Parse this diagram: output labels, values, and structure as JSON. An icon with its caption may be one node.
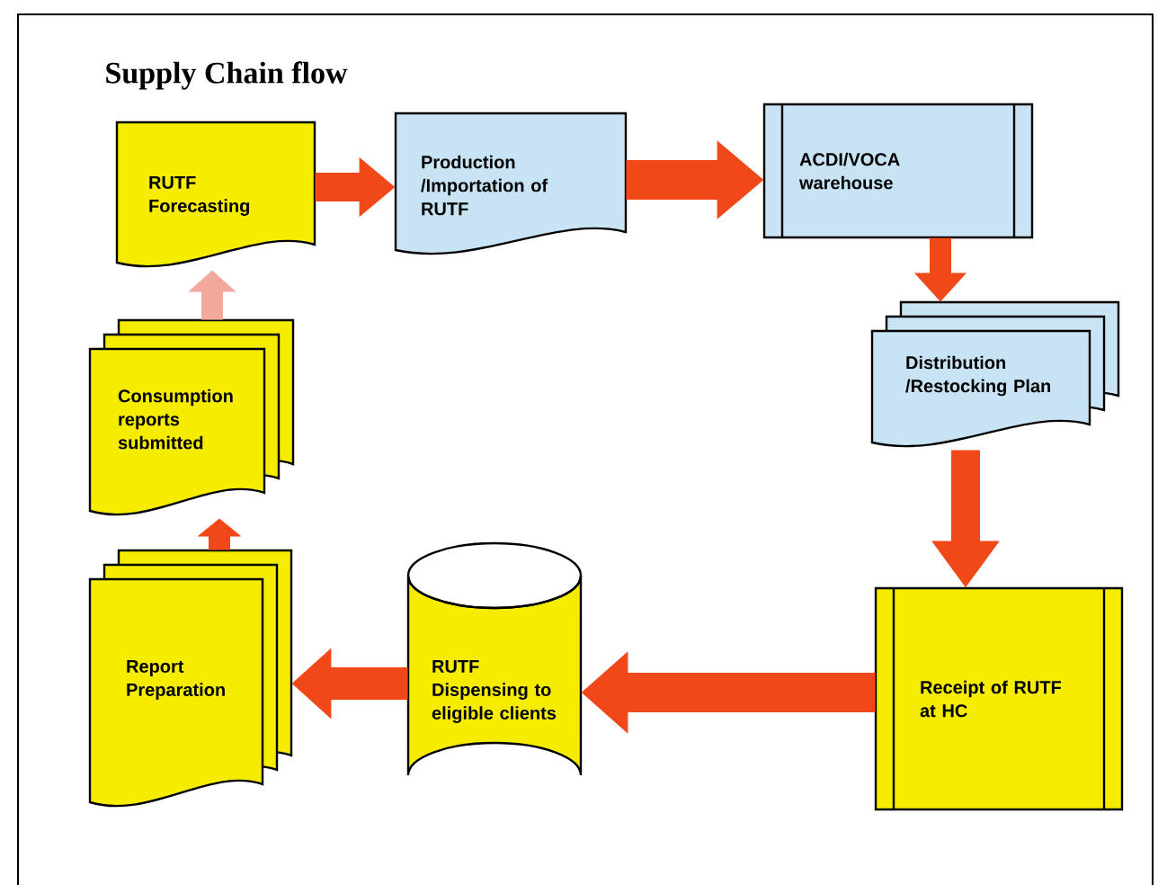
{
  "diagram": {
    "title": "Supply Chain flow",
    "nodes": [
      {
        "text": [
          "RUTF Forecasting"
        ]
      },
      {
        "text": [
          "Production /Importation of RUTF"
        ]
      },
      {
        "text": [
          "ACDI/VOCA warehouse"
        ]
      },
      {
        "text": [
          "Distribution /Restocking Plan"
        ]
      },
      {
        "text": [
          "Receipt of RUTF at HC"
        ]
      },
      {
        "text": [
          "RUTF Dispensing to eligible clients"
        ]
      },
      {
        "text": [
          "Report Preparation"
        ]
      },
      {
        "text": [
          "Consumption reports submitted"
        ]
      }
    ],
    "edges": [
      {
        "from": 0,
        "to": 1,
        "arrow": "to"
      },
      {
        "from": 1,
        "to": 2,
        "arrow": "to"
      },
      {
        "from": 2,
        "to": 3,
        "arrow": "to"
      },
      {
        "from": 3,
        "to": 4,
        "arrow": "to"
      },
      {
        "from": 4,
        "to": 5,
        "arrow": "to"
      },
      {
        "from": 5,
        "to": 6,
        "arrow": "to"
      },
      {
        "from": 6,
        "to": 7,
        "arrow": "to"
      },
      {
        "from": 7,
        "to": 0,
        "arrow": "to",
        "color": "#f3a89c"
      }
    ]
  }
}
